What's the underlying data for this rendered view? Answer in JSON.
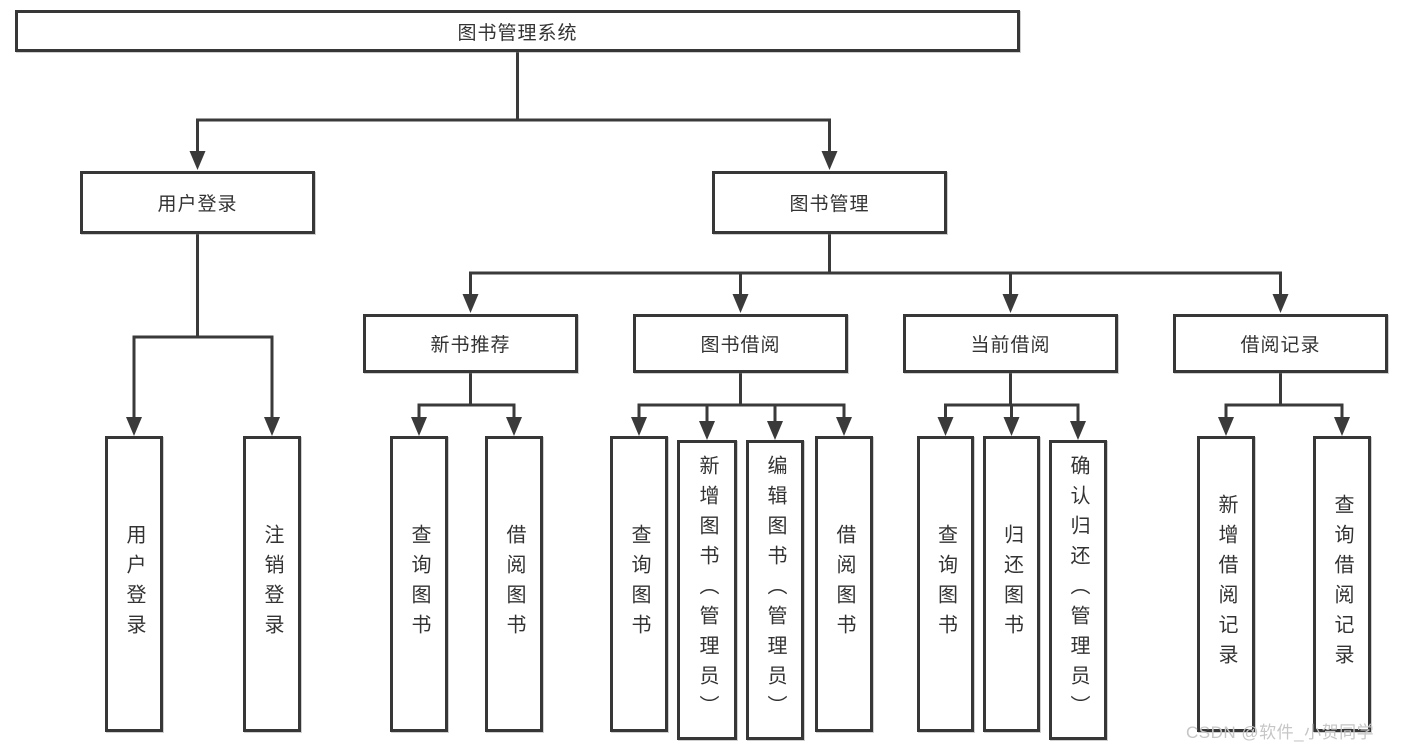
{
  "diagram": {
    "tree": {
      "root": "图书管理系统",
      "children": [
        {
          "label": "用户登录",
          "leaves": [
            "用户登录",
            "注销登录"
          ]
        },
        {
          "label": "图书管理",
          "children": [
            {
              "label": "新书推荐",
              "leaves": [
                "查询图书",
                "借阅图书"
              ]
            },
            {
              "label": "图书借阅",
              "leaves": [
                "查询图书",
                "新增图书（管理员）",
                "编辑图书（管理员）",
                "借阅图书"
              ]
            },
            {
              "label": "当前借阅",
              "leaves": [
                "查询图书",
                "归还图书",
                "确认归还（管理员）"
              ]
            },
            {
              "label": "借阅记录",
              "leaves": [
                "新增借阅记录",
                "查询借阅记录"
              ]
            }
          ]
        }
      ]
    },
    "colors": {
      "line": "#3a3a3a",
      "box_border": "#373737",
      "text": "#333333",
      "watermark": "#c6c6c6",
      "background": "#ffffff"
    }
  },
  "watermark": "CSDN @软件_小贺同学"
}
